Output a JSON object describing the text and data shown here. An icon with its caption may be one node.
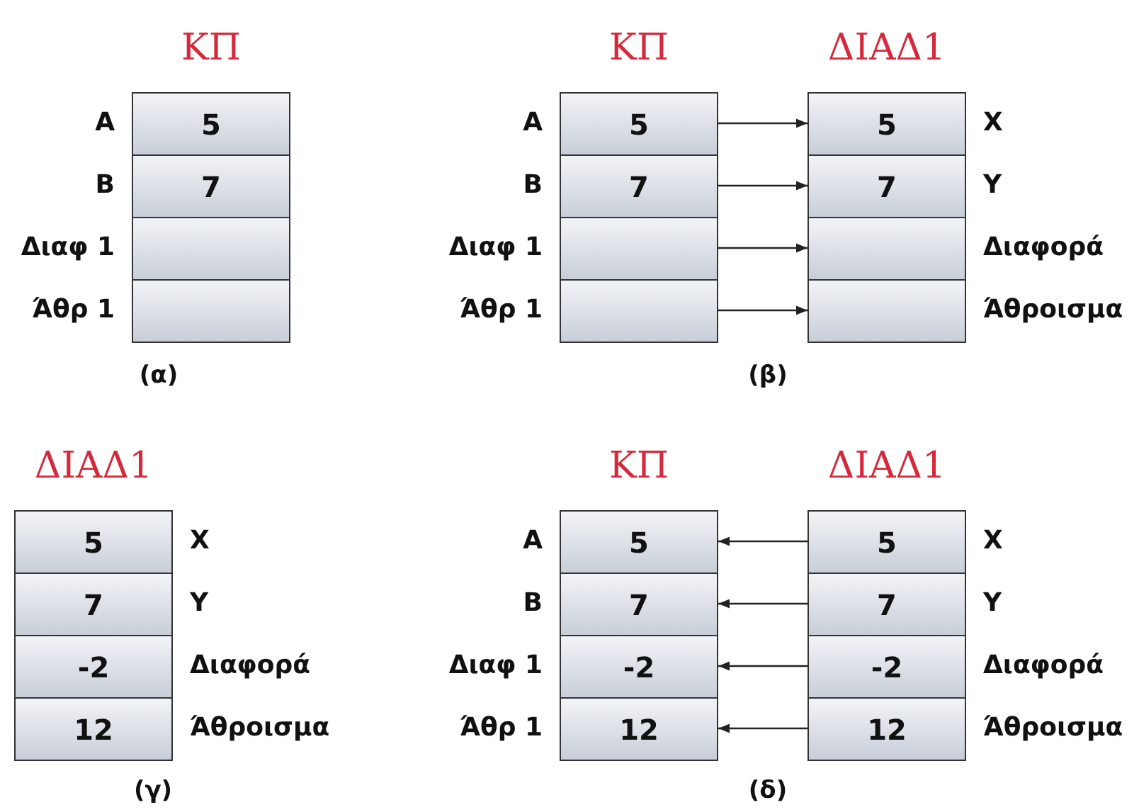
{
  "diagram": {
    "nodes": [
      {
        "text": [
          "ΚΠ"
        ]
      },
      {
        "text": [
          "5"
        ],
        "in": 0,
        "beside": [
          "A"
        ]
      },
      {
        "text": [
          "7"
        ],
        "in": 0,
        "beside": [
          "B"
        ]
      },
      {
        "text": [],
        "shape": "box",
        "in": 0,
        "beside": [
          "Διαφ 1"
        ]
      },
      {
        "text": [],
        "shape": "box",
        "in": 0,
        "beside": [
          "Άθρ 1"
        ]
      },
      {
        "text": [
          "ΚΠ"
        ]
      },
      {
        "text": [
          "5"
        ],
        "in": 5,
        "beside": [
          "A"
        ]
      },
      {
        "text": [
          "7"
        ],
        "in": 5,
        "beside": [
          "B"
        ]
      },
      {
        "text": [],
        "shape": "box",
        "in": 5,
        "beside": [
          "Διαφ 1"
        ]
      },
      {
        "text": [],
        "shape": "box",
        "in": 5,
        "beside": [
          "Άθρ 1"
        ]
      },
      {
        "text": [
          "ΔΙΑΔ1"
        ]
      },
      {
        "text": [
          "5"
        ],
        "in": 10,
        "beside": [
          "X"
        ]
      },
      {
        "text": [
          "7"
        ],
        "in": 10,
        "beside": [
          "Y"
        ]
      },
      {
        "text": [],
        "shape": "box",
        "in": 10,
        "beside": [
          "Διαφορά"
        ]
      },
      {
        "text": [],
        "shape": "box",
        "in": 10,
        "beside": [
          "Άθροισμα"
        ]
      },
      {
        "text": [
          "ΔΙΑΔ1"
        ]
      },
      {
        "text": [
          "5"
        ],
        "in": 15,
        "beside": [
          "X"
        ]
      },
      {
        "text": [
          "7"
        ],
        "in": 15,
        "beside": [
          "Y"
        ]
      },
      {
        "text": [
          "-2"
        ],
        "in": 15,
        "beside": [
          "Διαφορά"
        ]
      },
      {
        "text": [
          "12"
        ],
        "in": 15,
        "beside": [
          "Άθροισμα"
        ]
      },
      {
        "text": [
          "ΚΠ"
        ]
      },
      {
        "text": [
          "5"
        ],
        "in": 20,
        "beside": [
          "A"
        ]
      },
      {
        "text": [
          "7"
        ],
        "in": 20,
        "beside": [
          "B"
        ]
      },
      {
        "text": [
          "-2"
        ],
        "in": 20,
        "beside": [
          "Διαφ 1"
        ]
      },
      {
        "text": [
          "12"
        ],
        "in": 20,
        "beside": [
          "Άθρ 1"
        ]
      },
      {
        "text": [
          "ΔΙΑΔ1"
        ]
      },
      {
        "text": [
          "5"
        ],
        "in": 25,
        "beside": [
          "X"
        ]
      },
      {
        "text": [
          "7"
        ],
        "in": 25,
        "beside": [
          "Y"
        ]
      },
      {
        "text": [
          "-2"
        ],
        "in": 25,
        "beside": [
          "Διαφορά"
        ]
      },
      {
        "text": [
          "12"
        ],
        "in": 25,
        "beside": [
          "Άθροισμα"
        ]
      }
    ],
    "edges": [
      {
        "from": 6,
        "to": 11,
        "arrow": "to"
      },
      {
        "from": 7,
        "to": 12,
        "arrow": "to"
      },
      {
        "from": 8,
        "to": 13,
        "arrow": "to"
      },
      {
        "from": 9,
        "to": 14,
        "arrow": "to"
      },
      {
        "from": 26,
        "to": 21,
        "arrow": "to"
      },
      {
        "from": 27,
        "to": 22,
        "arrow": "to"
      },
      {
        "from": 28,
        "to": 23,
        "arrow": "to"
      },
      {
        "from": 29,
        "to": 24,
        "arrow": "to"
      }
    ],
    "labels": [
      "(α)",
      "(β)",
      "(γ)",
      "(δ)"
    ]
  }
}
